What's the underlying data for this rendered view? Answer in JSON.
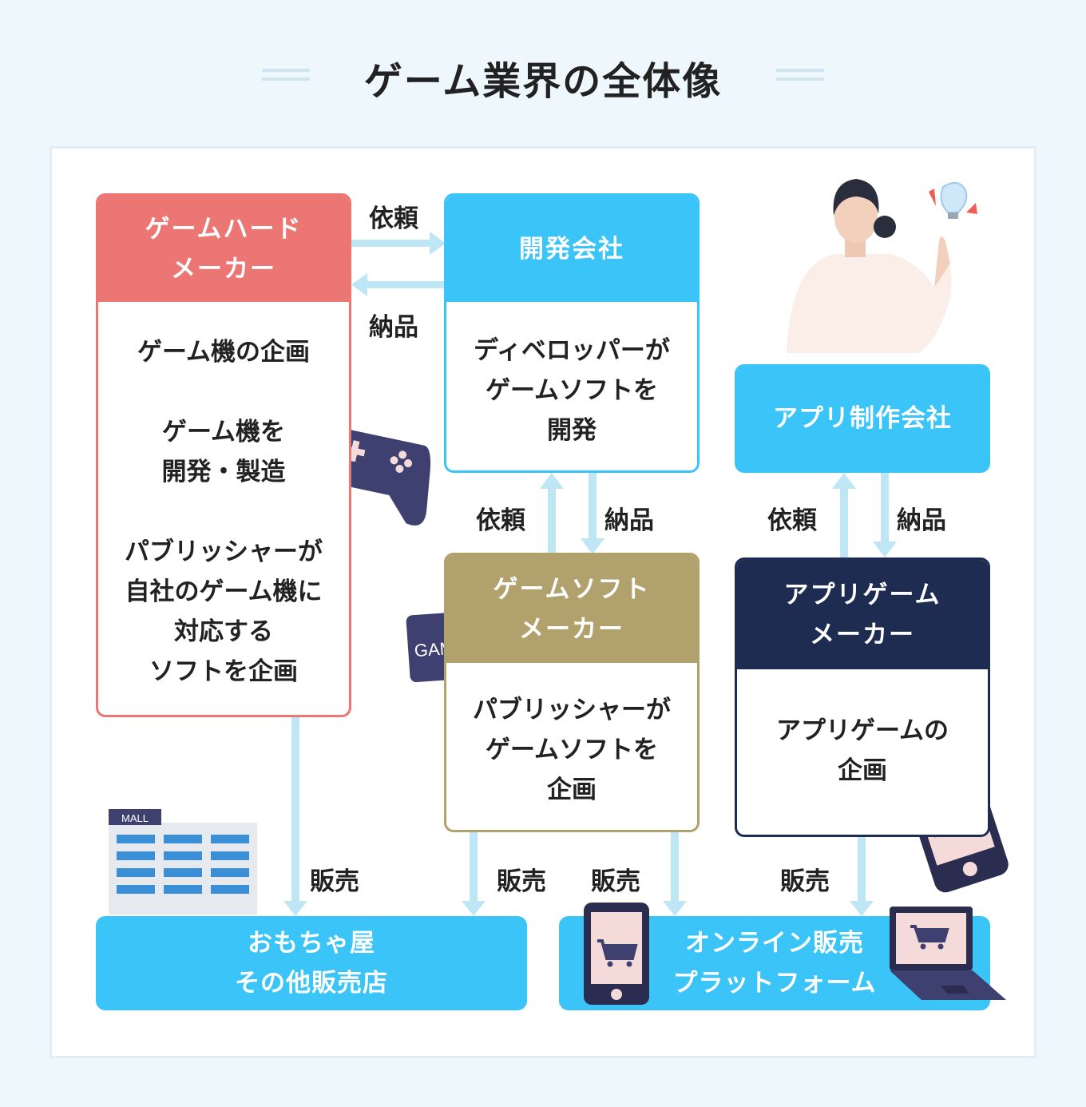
{
  "title": "ゲーム業界の全体像",
  "nodes": {
    "hardware_maker": {
      "header": [
        "ゲームハード",
        "メーカー"
      ],
      "body": [
        "ゲーム機の企画",
        "",
        "ゲーム機を",
        "開発・製造",
        "",
        "パブリッシャーが",
        "自社のゲーム機に",
        "対応する",
        "ソフトを企画"
      ]
    },
    "dev_company": {
      "header": [
        "開発会社"
      ],
      "body": [
        "ディベロッパーが",
        "ゲームソフトを",
        "開発"
      ]
    },
    "software_maker": {
      "header": [
        "ゲームソフト",
        "メーカー"
      ],
      "body": [
        "パブリッシャーが",
        "ゲームソフトを",
        "企画"
      ]
    },
    "app_company": {
      "label": "アプリ制作会社"
    },
    "app_game_maker": {
      "header": [
        "アプリゲーム",
        "メーカー"
      ],
      "body": [
        "アプリゲームの",
        "企画"
      ]
    },
    "toy_store": {
      "label": [
        "おもちゃ屋",
        "その他販売店"
      ]
    },
    "online_platform": {
      "label": [
        "オンライン販売",
        "プラットフォーム"
      ]
    }
  },
  "edge_labels": {
    "hw_to_dev": "依頼",
    "dev_to_hw": "納品",
    "soft_to_dev": "依頼",
    "dev_to_soft": "納品",
    "appgame_to_app": "依頼",
    "app_to_appgame": "納品",
    "hw_sale": "販売",
    "soft_sale_store": "販売",
    "soft_sale_online": "販売",
    "appgame_sale": "販売"
  },
  "illustrations": {
    "mall_sign": "MALL",
    "game_card": "GAME"
  },
  "colors": {
    "hardware": "#ec7674",
    "developer": "#3ac4f7",
    "software": "#b1a16c",
    "app_game": "#1e2c52",
    "arrow": "#bfe6f4",
    "icon_navy": "#3e4070"
  }
}
